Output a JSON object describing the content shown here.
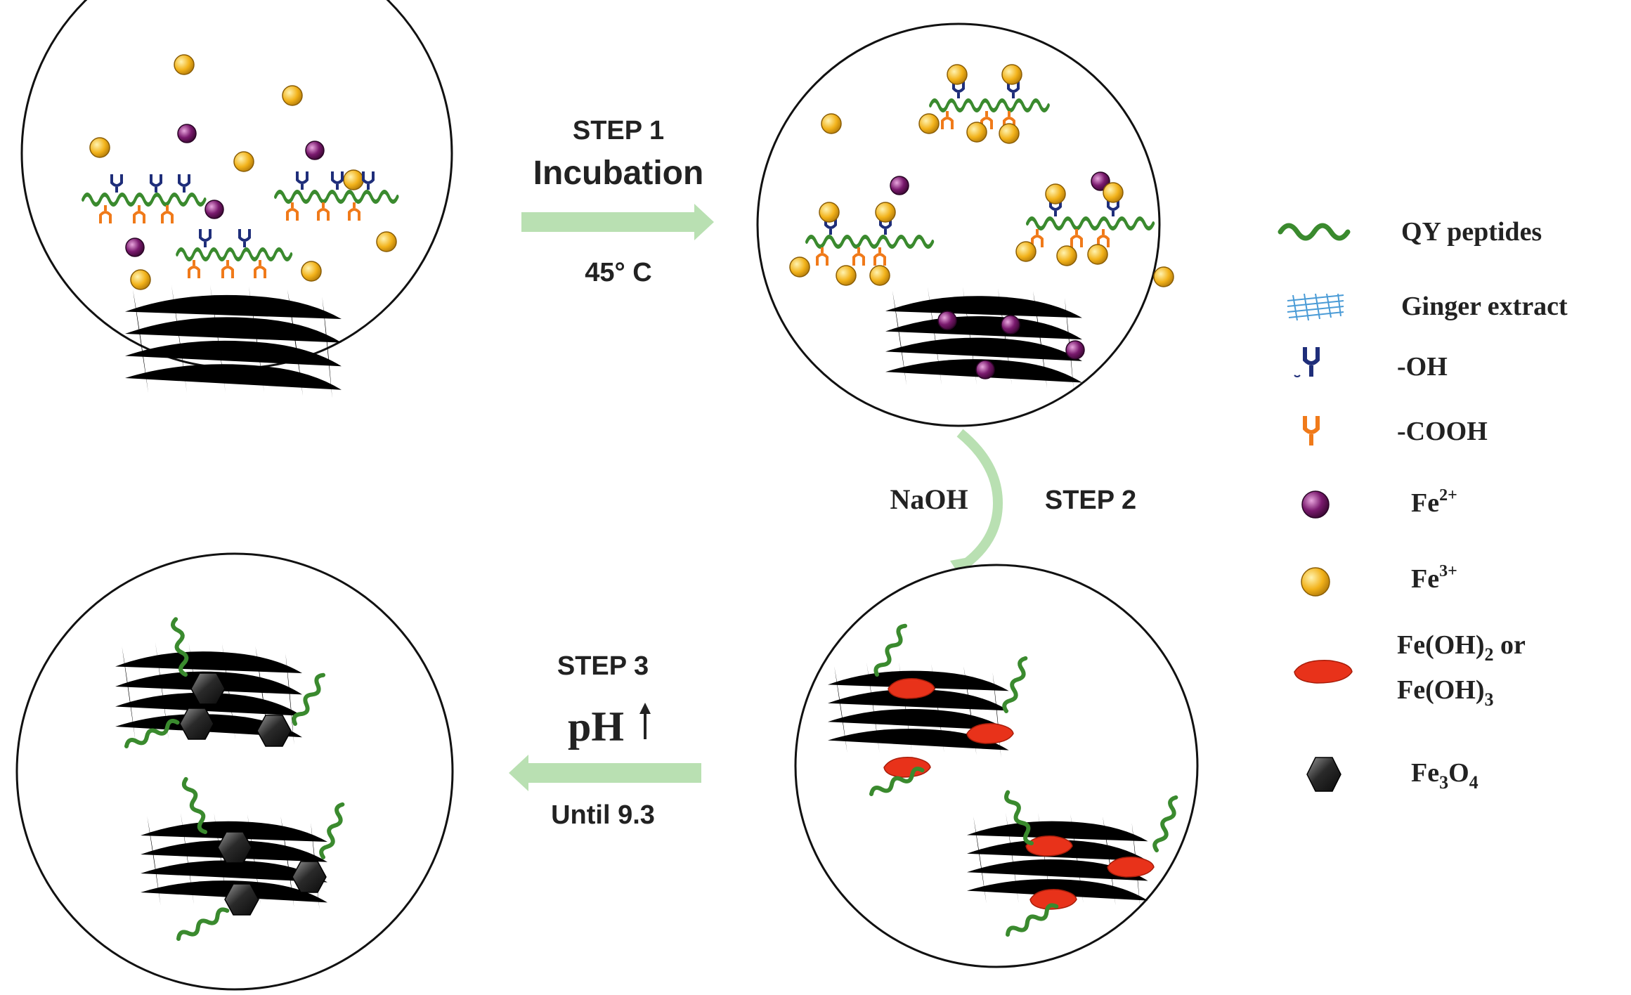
{
  "colors": {
    "peptide": "#3a8a2e",
    "mesh": "#4a9bd6",
    "hydroxyl": "#1f2e7a",
    "carboxyl": "#f07a1a",
    "fe2": "#7a1a6e",
    "fe3": "#f2b21a",
    "hydroxide": "#e8321a",
    "magnetite": "#222222",
    "arrow": "#b9e0b2"
  },
  "steps": {
    "step1": {
      "title": "STEP 1",
      "action": "Incubation",
      "condition": "45° C"
    },
    "step2": {
      "reagent": "NaOH",
      "title": "STEP 2"
    },
    "step3": {
      "title": "STEP 3",
      "action": "pH",
      "action_icon": "up-arrow-icon",
      "condition": "Until 9.3"
    }
  },
  "legend": [
    {
      "icon": "peptide-wave-icon",
      "label": "QY peptides"
    },
    {
      "icon": "mesh-icon",
      "label": "Ginger extract"
    },
    {
      "icon": "hydroxyl-fork-icon",
      "label": "-OH"
    },
    {
      "icon": "carboxyl-fork-icon",
      "label": "-COOH"
    },
    {
      "icon": "fe2-sphere-icon",
      "label": "Fe",
      "sup": "2+"
    },
    {
      "icon": "fe3-sphere-icon",
      "label": "Fe",
      "sup": "3+"
    },
    {
      "icon": "hydroxide-ellipse-icon",
      "line1": "Fe(OH)",
      "sub1": "2",
      "mid": " or",
      "line2": "Fe(OH)",
      "sub2": "3"
    },
    {
      "icon": "hexagon-icon",
      "label": "Fe",
      "sub_a": "3",
      "mid": "O",
      "sub_b": "4"
    }
  ]
}
